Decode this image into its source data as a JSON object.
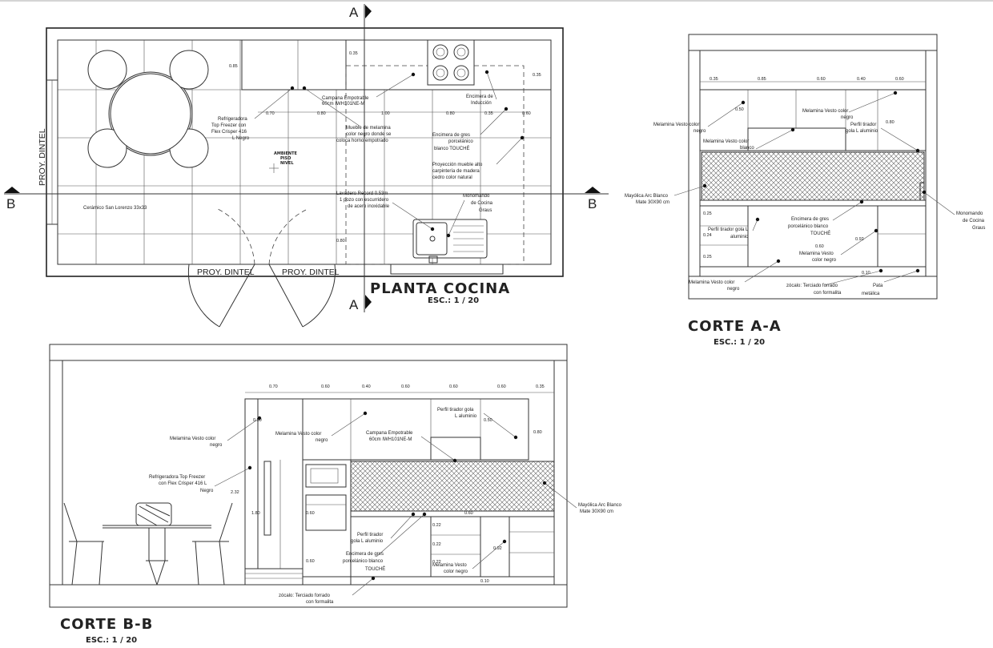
{
  "colors": {
    "line": "#333333",
    "text": "#222222",
    "background": "#ffffff"
  },
  "section_markers": {
    "a_top": "A",
    "a_bottom": "A",
    "b_left": "B",
    "b_right": "B"
  },
  "planta": {
    "title": "PLANTA COCINA",
    "scale": "ESC.: 1 / 20",
    "proy_dintel": "PROY. DINTEL",
    "ambiente": [
      "AMBIENTE",
      "PISO",
      "NIVEL"
    ],
    "dims": {
      "d085": "0.85",
      "d035a": "0.35",
      "d035b": "0.35",
      "d070": "0.70",
      "d080a": "0.80",
      "d100": "1.00",
      "d080b": "0.80",
      "d035c": "0.35",
      "d060": "0.60",
      "d080c": "0.80"
    },
    "notes": {
      "refrigeradora": [
        "Refrigeradora",
        "Top Freezer con",
        "Flex Crisper 416",
        "L Negro"
      ],
      "campana": [
        "Campana Empotrable",
        "60cm IWH101NE-M"
      ],
      "encimera_ind": [
        "Encimera de",
        "Inducción"
      ],
      "mueble": [
        "Mueble de melamina",
        "color negro donde se",
        "coloca horno empotrado"
      ],
      "encimera_gres": [
        "Encimera de gres",
        "porcelánico",
        "blanco TOUCHÉ"
      ],
      "proyeccion": [
        "Proyección mueble alto",
        "carpintería de madera",
        "cedro color natural"
      ],
      "ceramico": [
        "Cerámico San Lorenzo 33x33"
      ],
      "lavadero": [
        "Lavadero Record 0.53m",
        "1 pozo con escurridero",
        "de acero inoxidable"
      ],
      "monomando": [
        "Monomando",
        "de Cocina",
        "Graus"
      ]
    }
  },
  "corte_aa": {
    "title": "CORTE A-A",
    "scale": "ESC.: 1 / 20",
    "dims": {
      "d035": "0.35",
      "d085": "0.85",
      "d060a": "0.60",
      "d040": "0.40",
      "d060b": "0.60",
      "d050": "0.50",
      "d080": "0.80",
      "d025a": "0.25",
      "d024": "0.24",
      "d025b": "0.25",
      "d060c": "0.60",
      "d092": "0.92",
      "d010": "0.10"
    },
    "notes": {
      "melamina_top_right": [
        "Melamina Vesto color",
        "negro"
      ],
      "melamina_left": [
        "Melamina Vesto color",
        "negro"
      ],
      "perfil_right": [
        "Perfil tirador",
        "gola L aluminio"
      ],
      "melamina_blanco": [
        "Melamina Vesto color",
        "blanco"
      ],
      "mayolica": [
        "Mayólica Arc Blanco",
        "Mate 30X90 cm"
      ],
      "monomando": [
        "Monomando",
        "de Cocina",
        "Graus"
      ],
      "perfil_low": [
        "Perfil tirador gola L",
        "aluminio"
      ],
      "encimera": [
        "Encimera de gres",
        "porcelánico blanco",
        "TOUCHÉ"
      ],
      "melamina_low_right": [
        "Melamina Vesto",
        "color negro"
      ],
      "melamina_bottom": [
        "Melamina Vesto color",
        "negro"
      ],
      "zocalo": [
        "zócalo: Terciado forrado",
        "con formalita"
      ],
      "pata": [
        "Pata",
        "metálica"
      ]
    }
  },
  "corte_bb": {
    "title": "CORTE B-B",
    "scale": "ESC.: 1 / 20",
    "dims": {
      "d070": "0.70",
      "d060a": "0.60",
      "d040": "0.40",
      "d060b": "0.60",
      "d060c": "0.60",
      "d060d": "0.60",
      "d060e": "0.60",
      "d035": "0.35",
      "d050a": "0.50",
      "d050b": "0.50",
      "d080": "0.80",
      "d232": "2.32",
      "d180": "1.80",
      "d060f": "0.60",
      "d060g": "0.60",
      "d022a": "0.22",
      "d022b": "0.22",
      "d022c": "0.22",
      "d092": "0.92",
      "d010": "0.10"
    },
    "notes": {
      "melamina_top": [
        "Melamina Vesto color",
        "negro"
      ],
      "melamina_mid": [
        "Melamina Vesto color",
        "negro"
      ],
      "campana": [
        "Campana Empotrable",
        "60cm IWH101NE-M"
      ],
      "perfil_top": [
        "Perfil tirador gola",
        "L aluminio"
      ],
      "refrigeradora": [
        "Refrigeradora Top Freezer",
        "con Flex Crisper 416 L",
        "Negro"
      ],
      "mayolica": [
        "Mayólica Arc Blanco",
        "Mate 30X90 cm"
      ],
      "perfil_low": [
        "Perfil tirador",
        "gola L aluminio"
      ],
      "encimera": [
        "Encimera de gres",
        "porcelánico blanco",
        "TOUCHÉ"
      ],
      "melamina_low": [
        "Melamina Vesto",
        "color negro"
      ],
      "zocalo": [
        "zócalo: Terciado forrado",
        "con formalita"
      ]
    }
  }
}
